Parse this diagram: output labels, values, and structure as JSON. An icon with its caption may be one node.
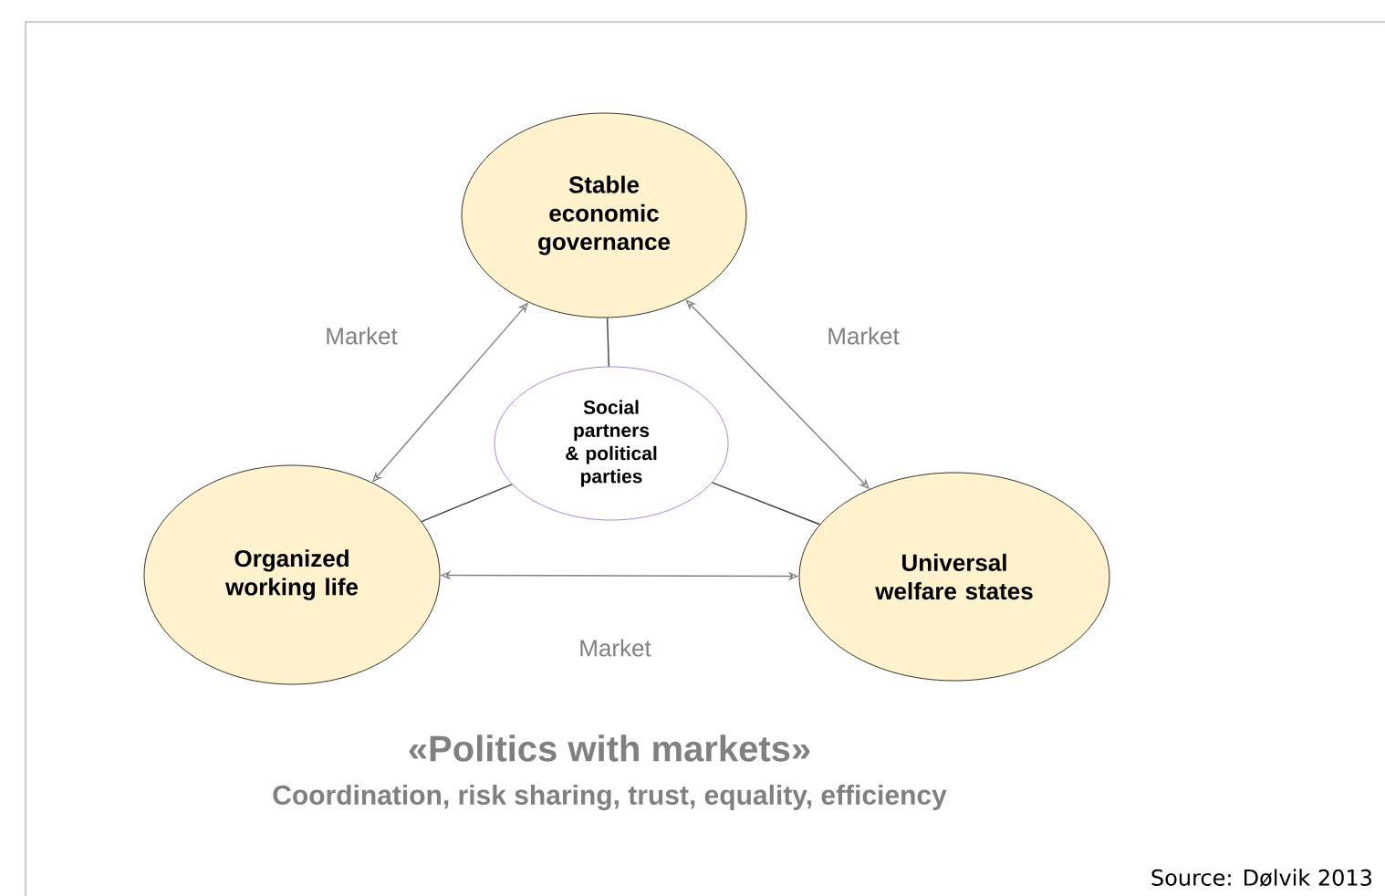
{
  "diagram": {
    "title": "«Politics with markets»",
    "nodes": [
      {
        "text": [
          "Stable economic governance"
        ]
      },
      {
        "text": [
          "Social partners & political parties"
        ]
      },
      {
        "text": [
          "Organized working life"
        ]
      },
      {
        "text": [
          "Universal welfare states"
        ]
      }
    ],
    "edges": [
      {
        "from": 2,
        "to": 0,
        "arrow": "both",
        "label": "Market"
      },
      {
        "from": 0,
        "to": 3,
        "arrow": "both",
        "label": "Market"
      },
      {
        "from": 2,
        "to": 3,
        "arrow": "both",
        "label": "Market"
      },
      {
        "from": 1,
        "to": 0,
        "arrow": "none",
        "color": "#404040"
      },
      {
        "from": 1,
        "to": 2,
        "arrow": "none",
        "color": "#404040"
      },
      {
        "from": 1,
        "to": 3,
        "arrow": "none",
        "color": "#404040"
      }
    ],
    "labels": [
      "Coordination, risk sharing, trust, equality, efficiency",
      "Source: Dølvik 2013"
    ]
  }
}
